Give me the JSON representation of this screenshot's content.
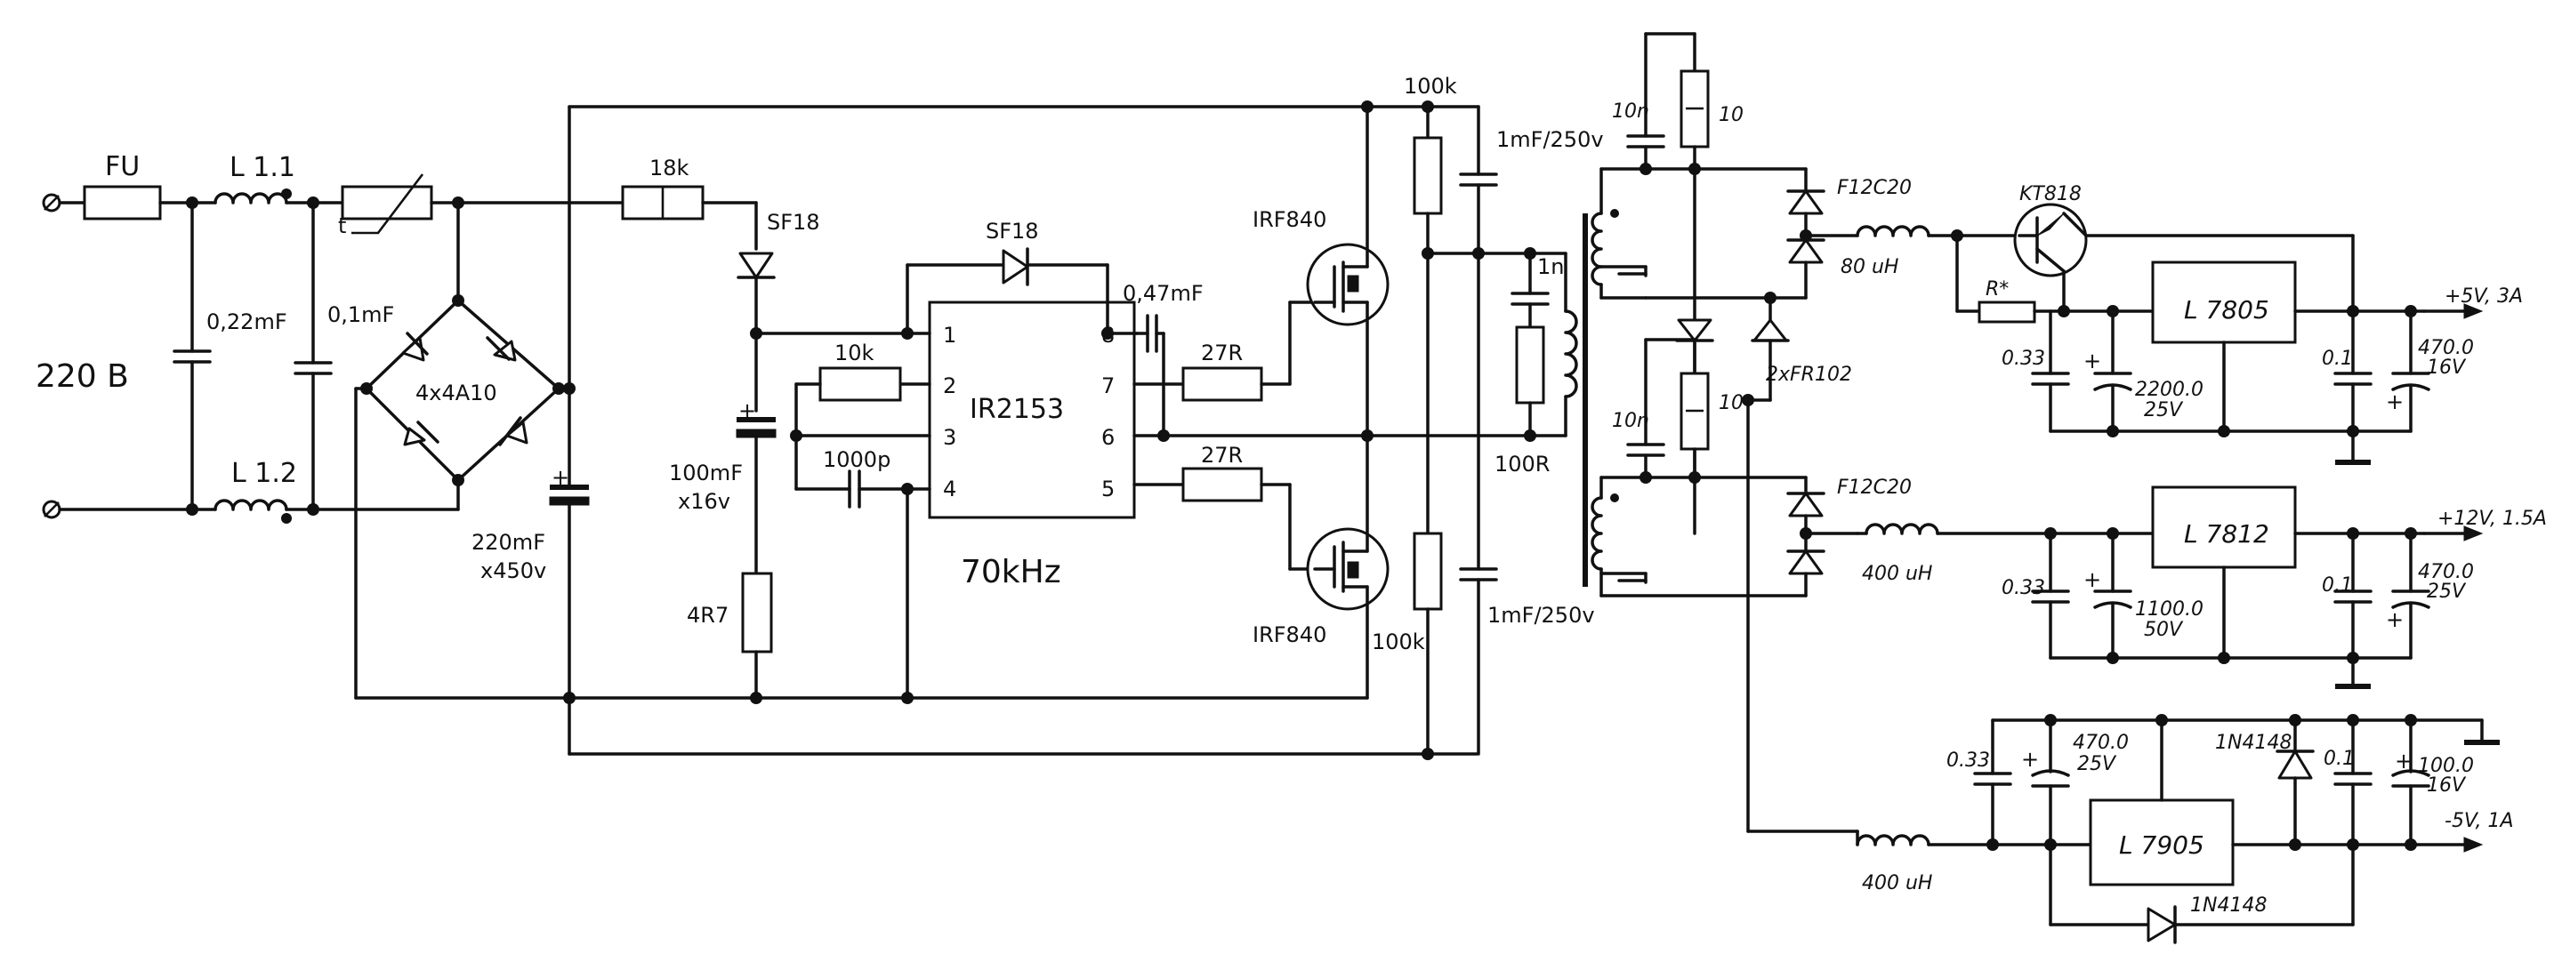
{
  "input": {
    "voltage": "220 B"
  },
  "fuse": "FU",
  "chokes": {
    "l11": "L 1.1",
    "l12": "L 1.2"
  },
  "thermistor": "t",
  "input_caps": {
    "c1": "0,22mF",
    "c2": "0,1mF"
  },
  "bridge": "4x4A10",
  "bulk_cap": {
    "value": "220mF",
    "voltage": "x450v"
  },
  "driver": {
    "r_supply": "18k",
    "diode_supply": "SF18",
    "diode_boot": "SF18",
    "c_boot": "0,47mF",
    "r_timing": "10k",
    "c_timing": "1000p",
    "c_supply": {
      "value": "100mF",
      "voltage": "x16v"
    },
    "r_bottom": "4R7",
    "ic": {
      "name": "IR2153",
      "freq": "70kHz",
      "pins": [
        "1",
        "2",
        "3",
        "4",
        "5",
        "6",
        "7",
        "8"
      ]
    },
    "r_gate_hi": "27R",
    "r_gate_lo": "27R"
  },
  "mosfets": {
    "high": "IRF840",
    "low": "IRF840"
  },
  "half_bridge": {
    "r_top": "100k",
    "r_bot": "100k",
    "c_top": "1mF/250v",
    "c_bot": "1mF/250v",
    "snubber_c": "1n",
    "snubber_r": "100R"
  },
  "secondary": {
    "snub_c1": "10n",
    "snub_r1": "10",
    "snub_c2": "10n",
    "snub_r2": "10",
    "rect1": "F12C20",
    "rect2": "F12C20",
    "aux_diodes": "2xFR102"
  },
  "out5": {
    "choke": "80 uH",
    "transistor": "KT818",
    "resistor": "R*",
    "reg": "L 7805",
    "c_in": "0.33",
    "c_in_el": "2200.0",
    "c_in_el_v": "25V",
    "c_out": "0.1",
    "c_out_el": "470.0",
    "c_out_el_v": "16V",
    "label": "+5V, 3A"
  },
  "out12": {
    "choke": "400 uH",
    "reg": "L 7812",
    "c_in": "0.33",
    "c_in_el": "1100.0",
    "c_in_el_v": "50V",
    "c_out": "0.1",
    "c_out_el": "470.0",
    "c_out_el_v": "25V",
    "label": "+12V, 1.5A"
  },
  "outm5": {
    "choke": "400 uH",
    "reg": "L 7905",
    "c_in": "0.33",
    "c_in_el": "470.0",
    "c_in_el_v": "25V",
    "diode1": "1N4148",
    "diode2": "1N4148",
    "c_out": "0.1",
    "c_out_el": "100.0",
    "c_out_el_v": "16V",
    "label": "-5V, 1A"
  }
}
